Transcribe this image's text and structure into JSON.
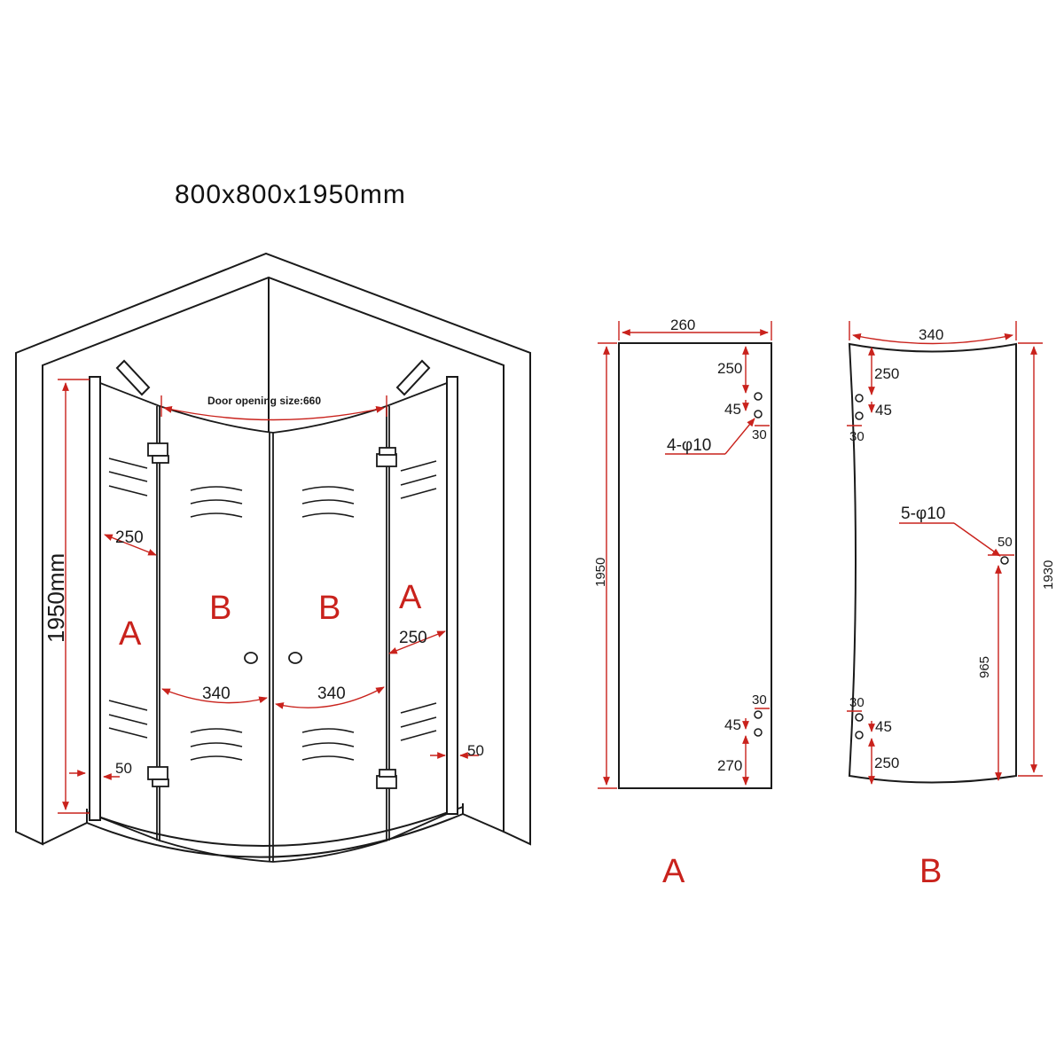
{
  "title": "800x800x1950mm",
  "colors": {
    "accent": "#c9221c",
    "line": "#1a1a1a",
    "background": "#ffffff"
  },
  "enclosure": {
    "door_opening": "Door opening size:660",
    "height": "1950mm",
    "panel_a_left": "A",
    "panel_b_left": "B",
    "panel_b_right": "B",
    "panel_a_right": "A",
    "dim_250_left": "250",
    "dim_250_right": "250",
    "dim_340_left": "340",
    "dim_340_right": "340",
    "dim_50_left": "50",
    "dim_50_right": "50"
  },
  "panel_a": {
    "label": "A",
    "width": "260",
    "height": "1950",
    "top_offset": "250",
    "top_spacing": "45",
    "top_edge": "30",
    "holes": "4-φ10",
    "bottom_edge": "30",
    "bottom_spacing": "45",
    "bottom_offset": "270"
  },
  "panel_b": {
    "label": "B",
    "width": "340",
    "height": "1930",
    "top_offset": "250",
    "top_spacing": "45",
    "top_edge": "30",
    "holes": "5-φ10",
    "handle_edge": "50",
    "handle_height": "965",
    "bottom_edge": "30",
    "bottom_spacing": "45",
    "bottom_offset": "250"
  }
}
